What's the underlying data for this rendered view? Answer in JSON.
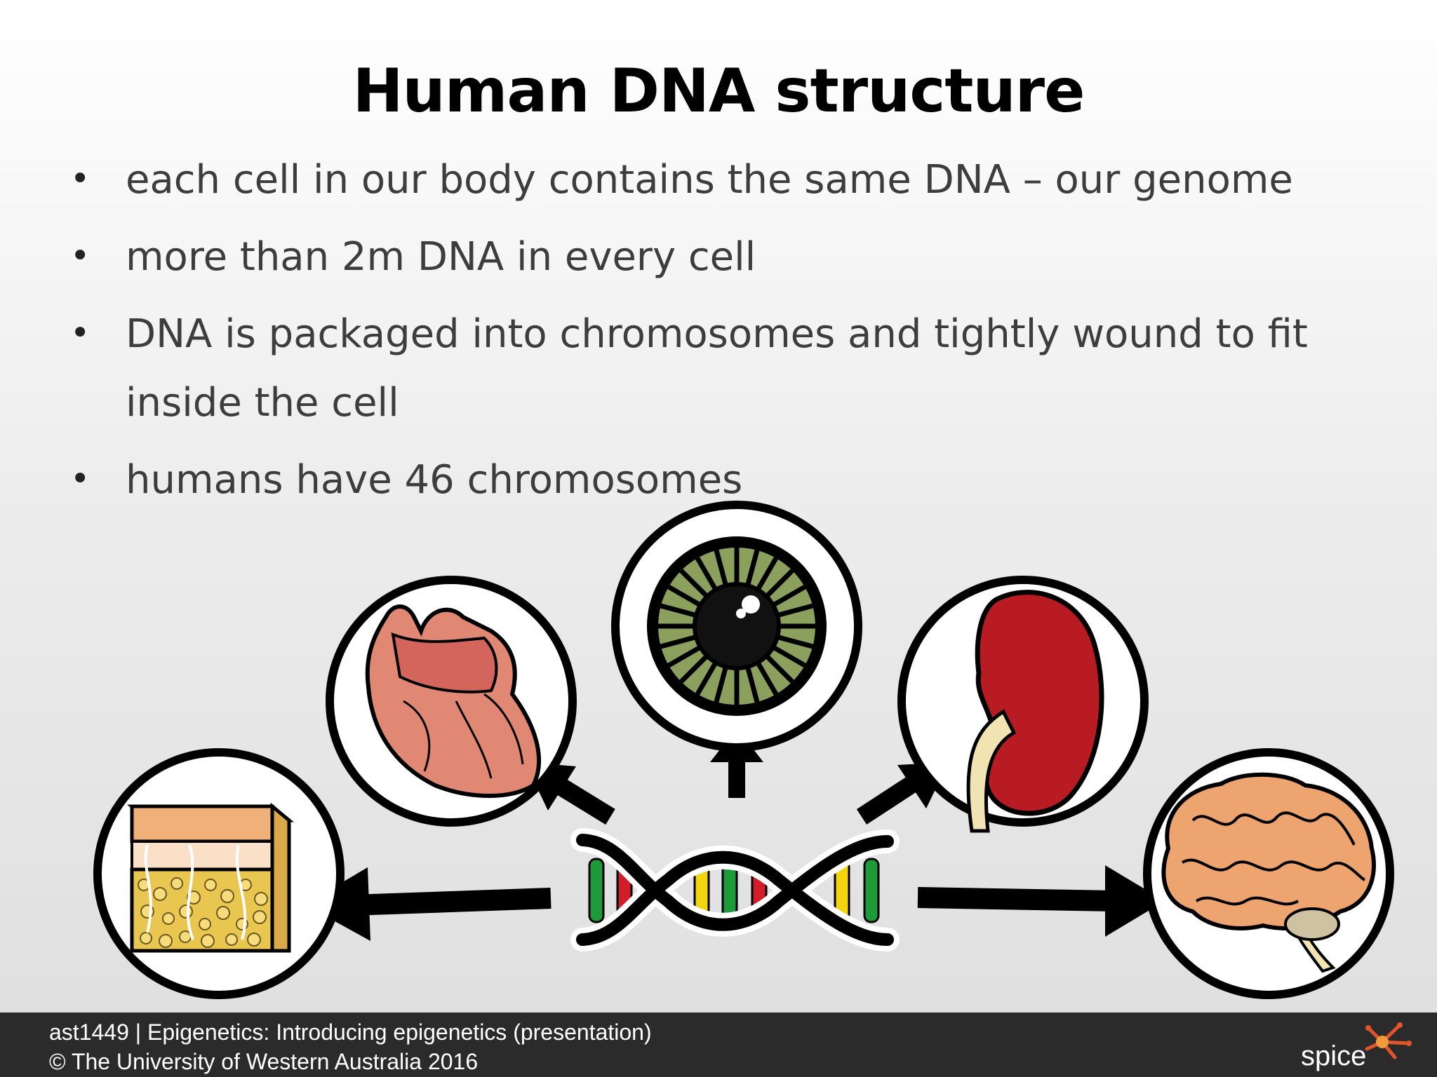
{
  "slide": {
    "title": "Human DNA structure",
    "bullets": [
      {
        "text": "each cell in our body contains the same DNA – our genome"
      },
      {
        "text": "more than 2m DNA in every cell"
      },
      {
        "text": "DNA is packaged into chromosomes and tightly wound to fit inside the cell"
      },
      {
        "text": "humans have 46 chromosomes"
      }
    ],
    "bullet_symbol": "•"
  },
  "diagram": {
    "center": "dna-helix-icon",
    "organs": [
      "skin-tissue-icon",
      "heart-icon",
      "eye-icon",
      "kidney-icon",
      "brain-icon"
    ],
    "colors": {
      "dna_rungs": [
        "#1f9a3a",
        "#d21e2b",
        "#f2d40f"
      ],
      "heart": "#e08874",
      "iris": "#8aa05c",
      "kidney": "#b81c22",
      "brain": "#eea46e",
      "skin_top": "#f0b07a",
      "fat": "#e8c650"
    }
  },
  "footer": {
    "line1": "ast1449  |  Epigenetics: Introducing epigenetics (presentation)",
    "line2": "© The University of Western Australia 2016",
    "logo_text": "spice",
    "background": "#2b2b2b"
  }
}
